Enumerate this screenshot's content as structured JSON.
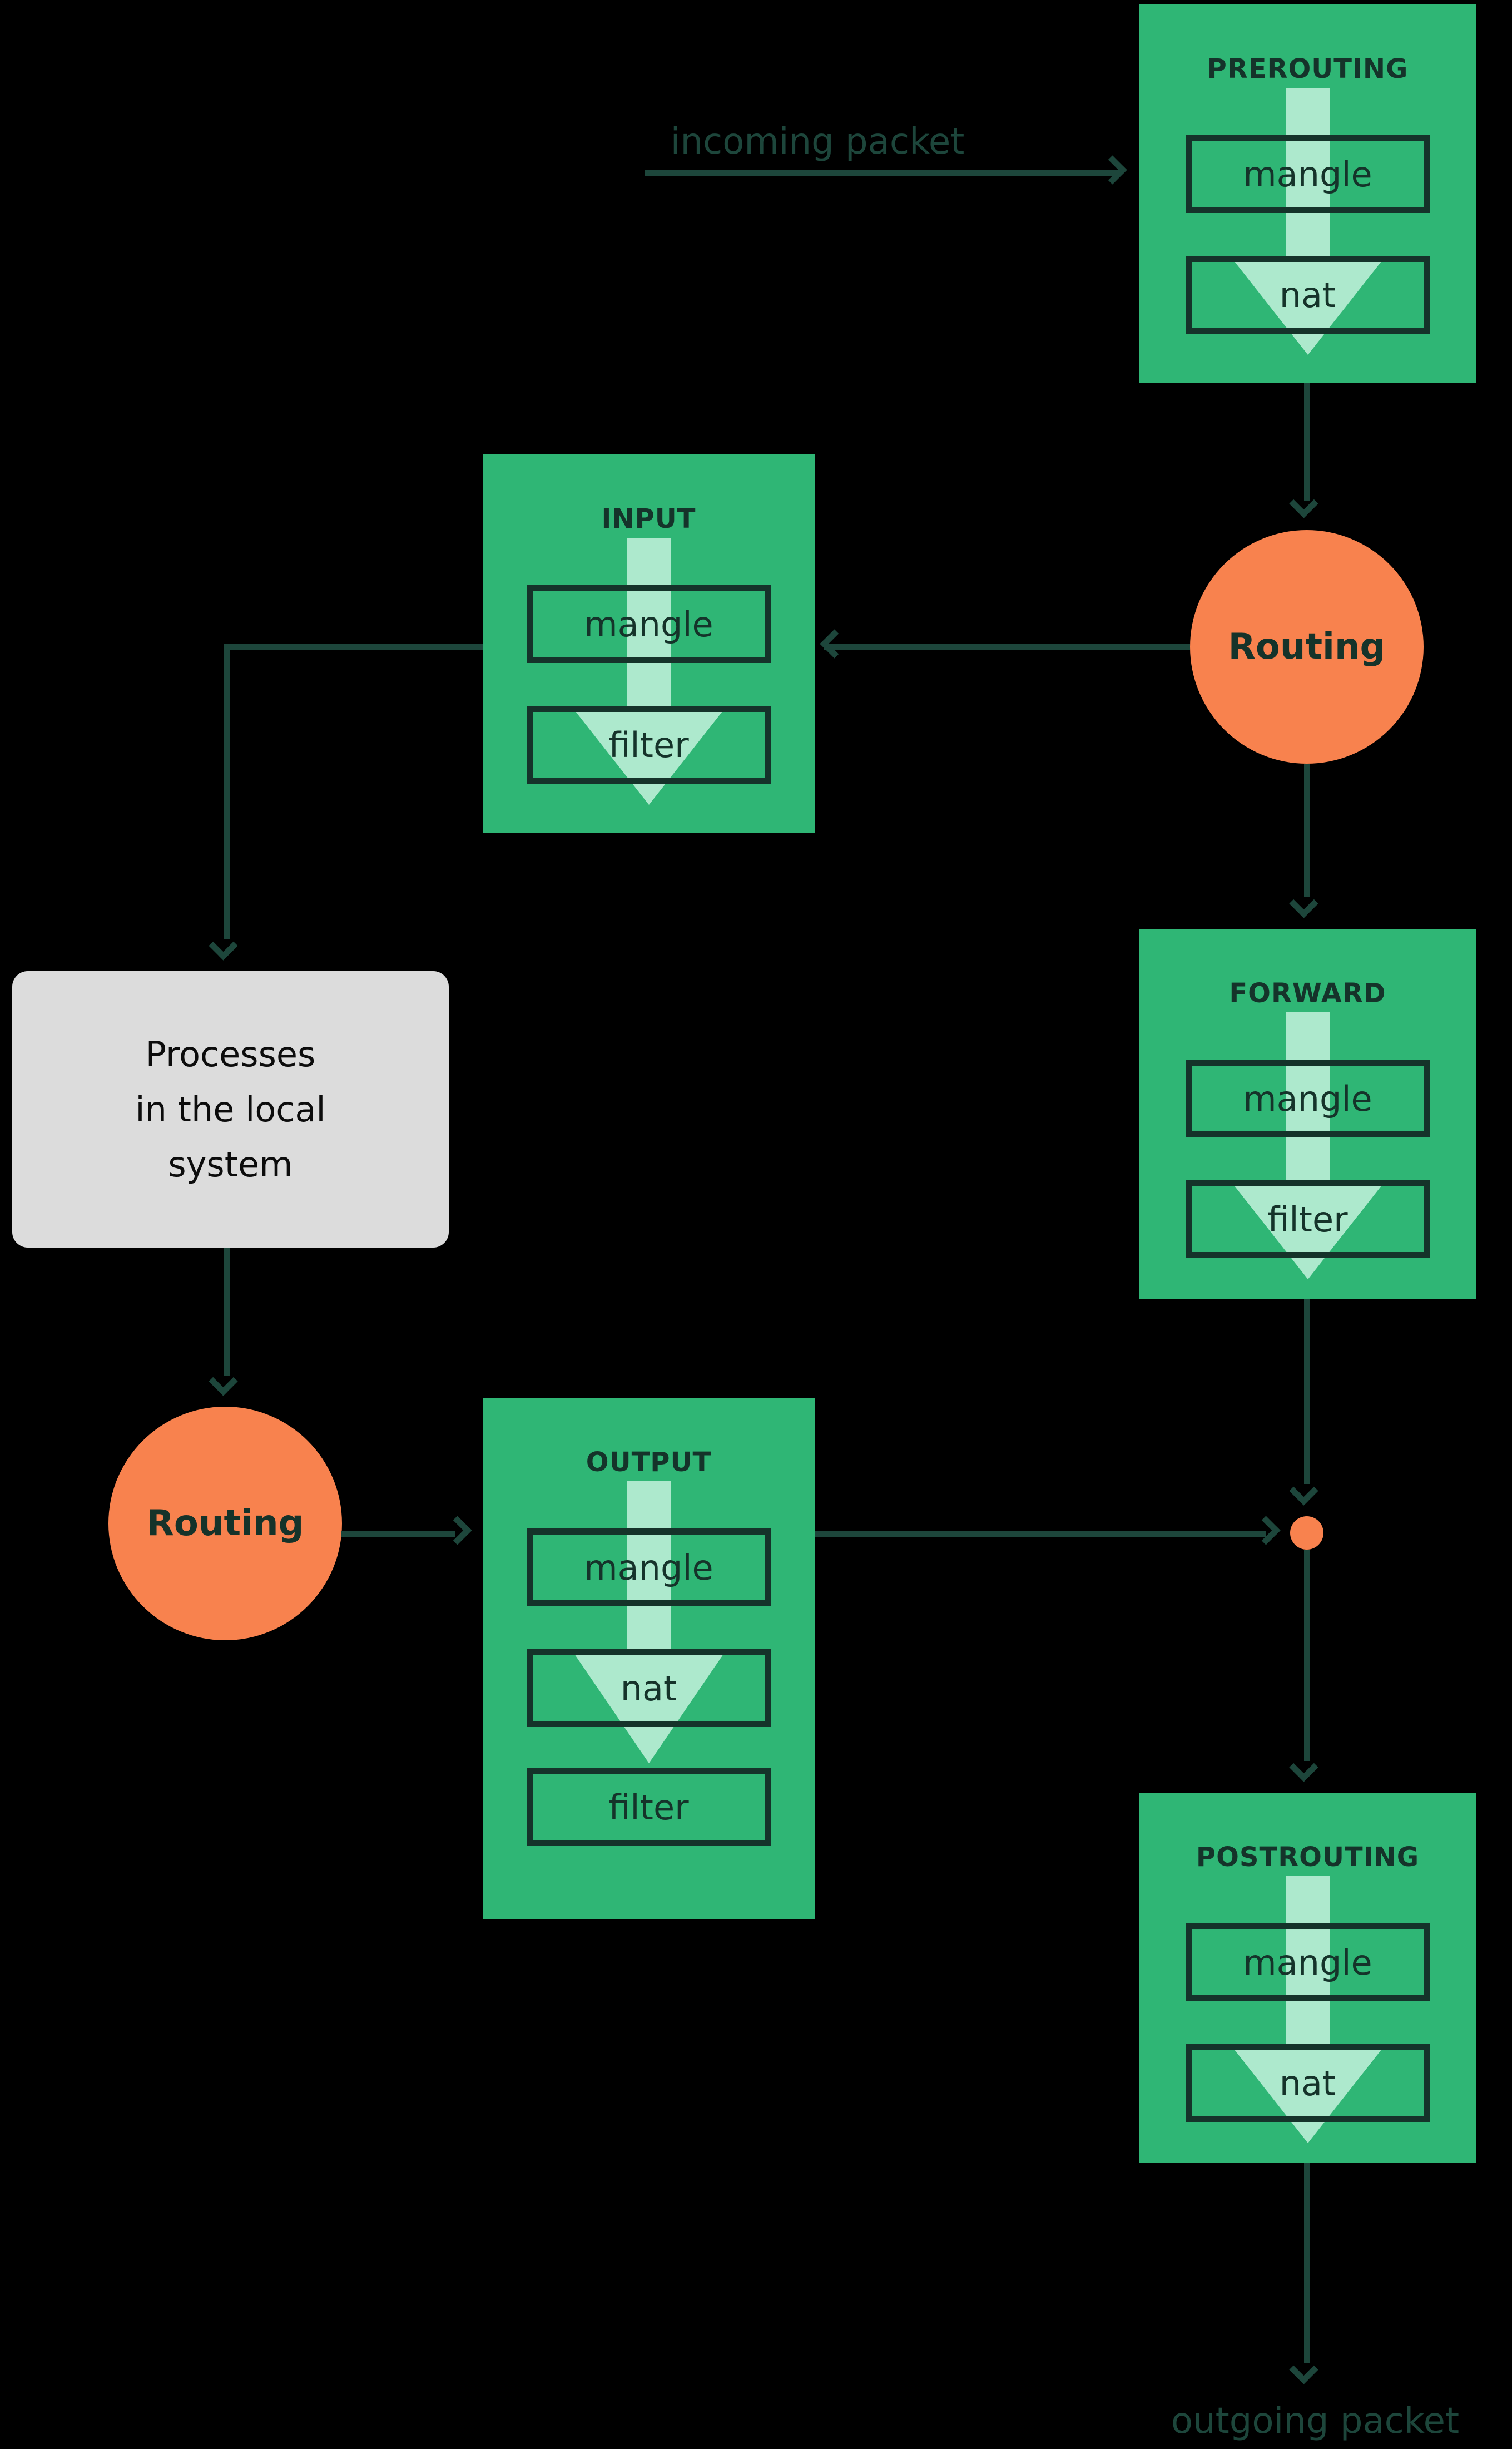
{
  "colors": {
    "background": "#000000",
    "chain_green": "#2fb675",
    "arrow_light_green": "#ade9cd",
    "box_text_dark": "#15332a",
    "connector_dark": "#1d463b",
    "routing_orange": "#f8824e",
    "process_gray": "#dcdcdc"
  },
  "labels": {
    "incoming": "incoming packet",
    "outgoing": "outgoing packet"
  },
  "chains": [
    {
      "title": "PREROUTING",
      "tables": [
        "mangle",
        "nat"
      ]
    },
    {
      "title": "INPUT",
      "tables": [
        "mangle",
        "filter"
      ]
    },
    {
      "title": "FORWARD",
      "tables": [
        "mangle",
        "filter"
      ]
    },
    {
      "title": "OUTPUT",
      "tables": [
        "mangle",
        "nat",
        "filter"
      ]
    },
    {
      "title": "POSTROUTING",
      "tables": [
        "mangle",
        "nat"
      ]
    }
  ],
  "routing_nodes": [
    {
      "label": "Routing"
    },
    {
      "label": "Routing"
    }
  ],
  "process_box": {
    "lines": [
      "Processes",
      "in the local",
      "system"
    ]
  }
}
